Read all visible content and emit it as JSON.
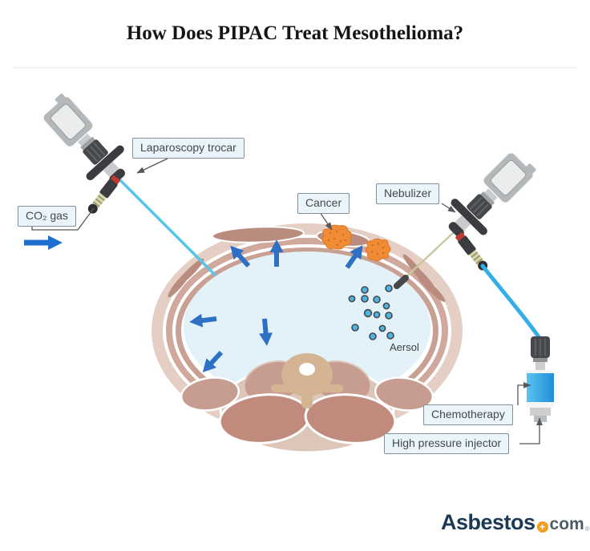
{
  "title": "How Does PIPAC Treat Mesothelioma?",
  "labels": {
    "laparoscopy_trocar": "Laparoscopy trocar",
    "co2_gas": "CO₂ gas",
    "cancer": "Cancer",
    "nebulizer": "Nebulizer",
    "aerosol": "Aersol",
    "chemotherapy": "Chemotherapy",
    "high_pressure_injector": "High pressure injector"
  },
  "logo": {
    "brand": "Asbestos",
    "plus": "+",
    "tld": "com",
    "registered": "®"
  },
  "colors": {
    "flow_arrow_blue": "#2e71c4",
    "co2_arrow_blue": "#1f6fd0",
    "cancer_orange": "#f08b36",
    "aerosol_dot_blue": "#4db4e4",
    "tube_blue": "#35aee8",
    "trocar_line_blue": "#58c4e8",
    "label_box_bg": "#e9f4fb",
    "label_box_border": "#848f97",
    "body_outer_tan": "#e5cfc5",
    "muscle_mauve": "#c9a094",
    "cavity_blue": "#e3f1f9",
    "logo_navy": "#1c3a55",
    "logo_orange": "#f59d1e"
  }
}
